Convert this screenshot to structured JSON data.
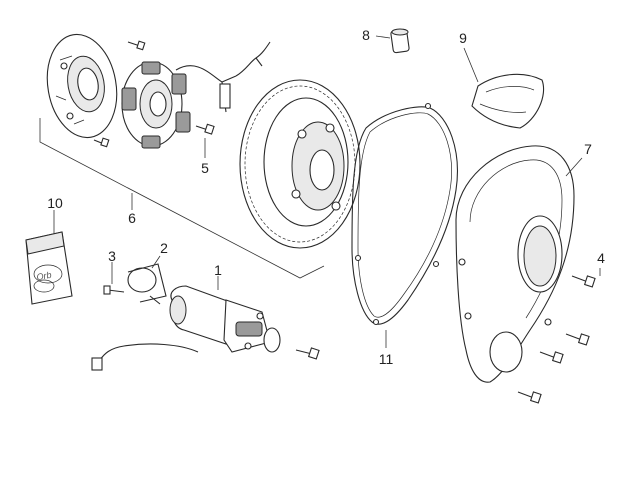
{
  "callouts": {
    "c1": "1",
    "c2": "2",
    "c3": "3",
    "c4": "4",
    "c5": "5",
    "c6": "6",
    "c7": "7",
    "c8": "8",
    "c9": "9",
    "c10": "10",
    "c11": "11"
  },
  "package_label": "Orb"
}
